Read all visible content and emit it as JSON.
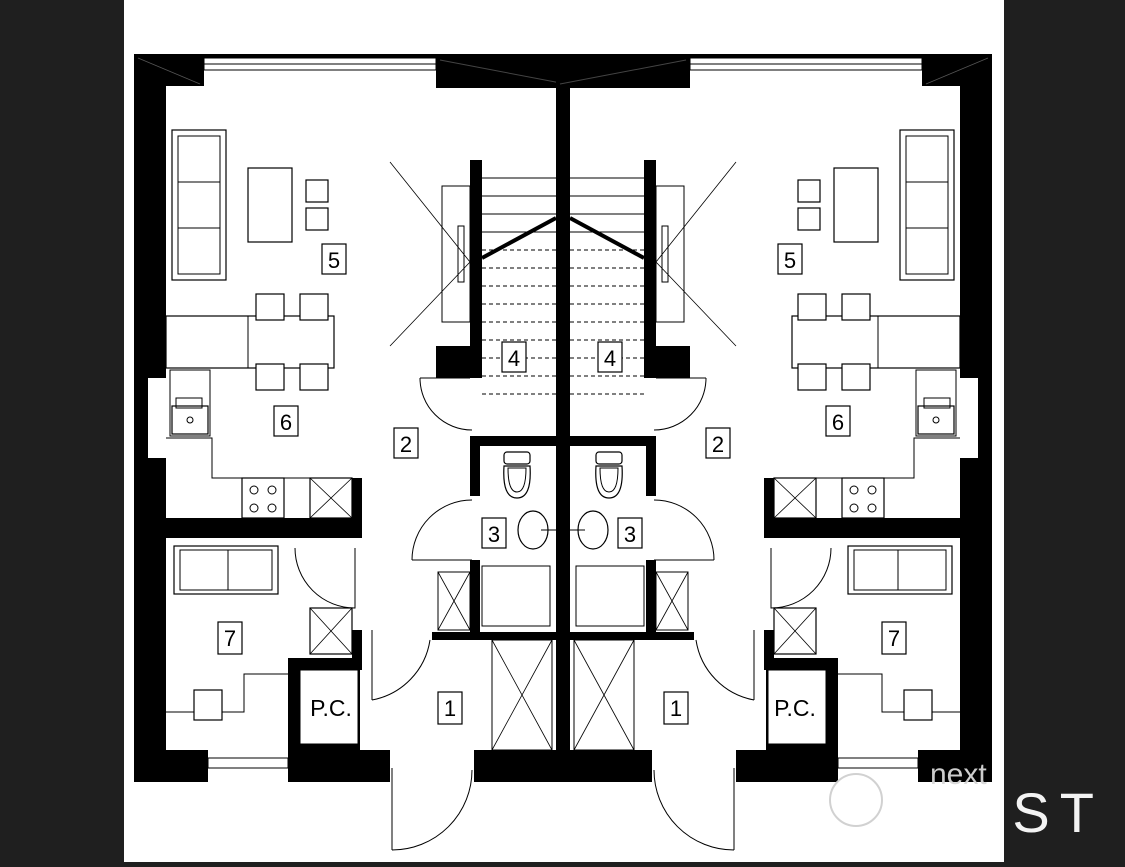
{
  "colors": {
    "background": "#1f1f1f",
    "paper": "#ffffff",
    "ink": "#000000",
    "logo": "#ffffff"
  },
  "rooms_left": {
    "r1": "1",
    "r2": "2",
    "r3": "3",
    "r4": "4",
    "r5": "5",
    "r6": "6",
    "r7": "7",
    "pc": "P.C."
  },
  "rooms_right": {
    "r1": "1",
    "r2": "2",
    "r3": "3",
    "r4": "4",
    "r5": "5",
    "r6": "6",
    "r7": "7",
    "pc": "P.C."
  },
  "logo": {
    "line1": "next",
    "line2": "EST"
  }
}
